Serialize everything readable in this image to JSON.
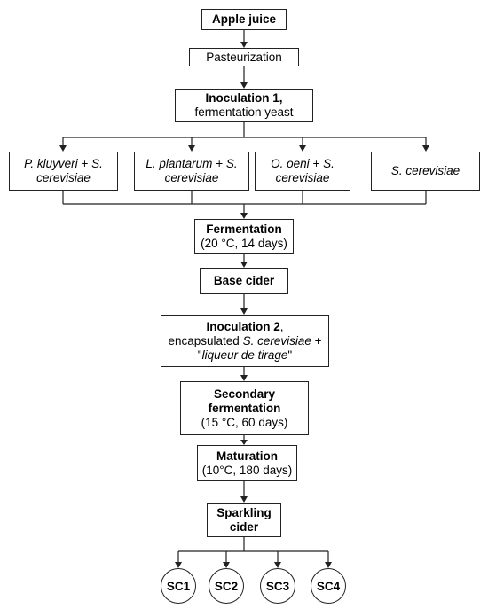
{
  "nodes": {
    "apple_juice": "Apple juice",
    "pasteurization": "Pasteurization",
    "inoculation1": {
      "title": "Inoculation 1,",
      "subtitle": "fermentation yeast"
    },
    "yeasts": [
      {
        "line1_italic": "P. kluyveri",
        "line1_plain": " + ",
        "line1_italic2": "S.",
        "line2_italic": "cerevisiae"
      },
      {
        "line1_italic": "L. plantarum",
        "line1_plain": " + ",
        "line1_italic2": "S.",
        "line2_italic": "cerevisiae"
      },
      {
        "line1_italic": "O. oeni",
        "line1_plain": " + ",
        "line1_italic2": "S.",
        "line2_italic": "cerevisiae"
      },
      {
        "line1_italic": "S. cerevisiae",
        "line1_plain": "",
        "line1_italic2": "",
        "line2_italic": ""
      }
    ],
    "fermentation": {
      "title": "Fermentation",
      "subtitle": "(20 °C, 14 days)"
    },
    "base_cider": "Base cider",
    "inoculation2": {
      "title": "Inoculation 2",
      "title_suffix": ",",
      "line2_plain": "encapsulated ",
      "line2_italic": "S. cerevisiae",
      "line2_suffix": " +",
      "line3_open": "\"",
      "line3_italic": "liqueur de tirage",
      "line3_close": "\""
    },
    "secondary": {
      "line1": "Secondary",
      "line2": "fermentation",
      "subtitle": "(15 °C, 60 days)"
    },
    "maturation": {
      "title": "Maturation",
      "subtitle": "(10°C, 180 days)"
    },
    "sparkling": {
      "line1": "Sparkling",
      "line2": "cider"
    },
    "outputs": [
      "SC1",
      "SC2",
      "SC3",
      "SC4"
    ]
  }
}
